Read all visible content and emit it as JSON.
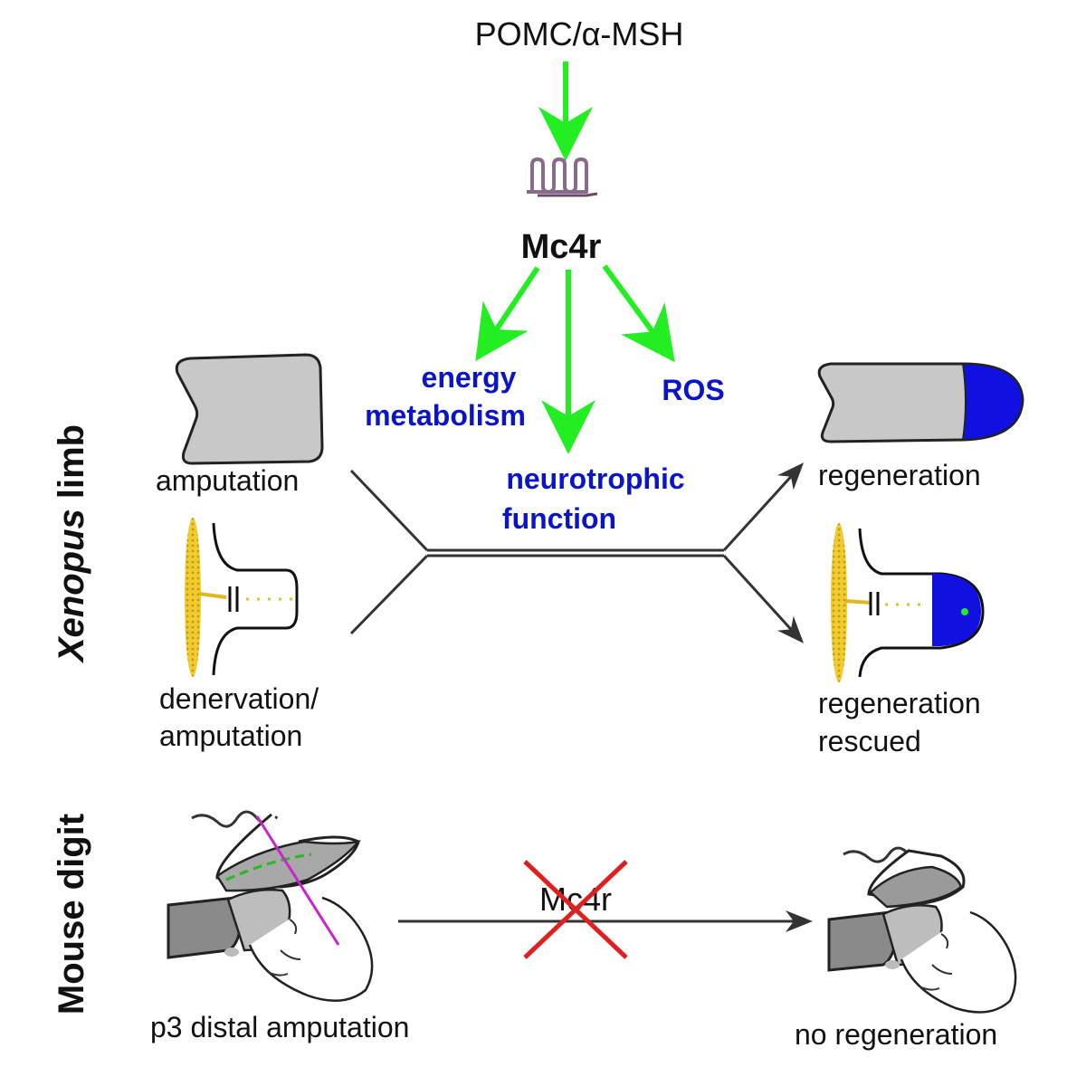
{
  "pathway": {
    "ligand": "POMC/α-MSH",
    "receptor": "Mc4r",
    "effects": {
      "energy_line1": "energy",
      "energy_line2": "metabolism",
      "ros": "ROS",
      "neuro_line1": "neurotrophic",
      "neuro_line2": "function"
    }
  },
  "xenopus": {
    "section_label_italic": "Xenopus",
    "section_label_rest": " limb",
    "amputation": "amputation",
    "denervation_line1": "denervation/",
    "denervation_line2": "amputation",
    "regeneration": "regeneration",
    "rescued_line1": "regeneration",
    "rescued_line2": "rescued"
  },
  "mouse": {
    "section_label": "Mouse digit",
    "p3_amputation": "p3 distal amputation",
    "blocked_gene": "Mc4r",
    "no_regeneration": "no regeneration"
  },
  "colors": {
    "activation_arrow": "#22ee22",
    "regenerate_tissue": "#1010e0",
    "effect_text": "#0a14c8",
    "nerve": "#e8c020",
    "block_cross": "#e02020",
    "amputation_plane": "#cc22cc"
  }
}
